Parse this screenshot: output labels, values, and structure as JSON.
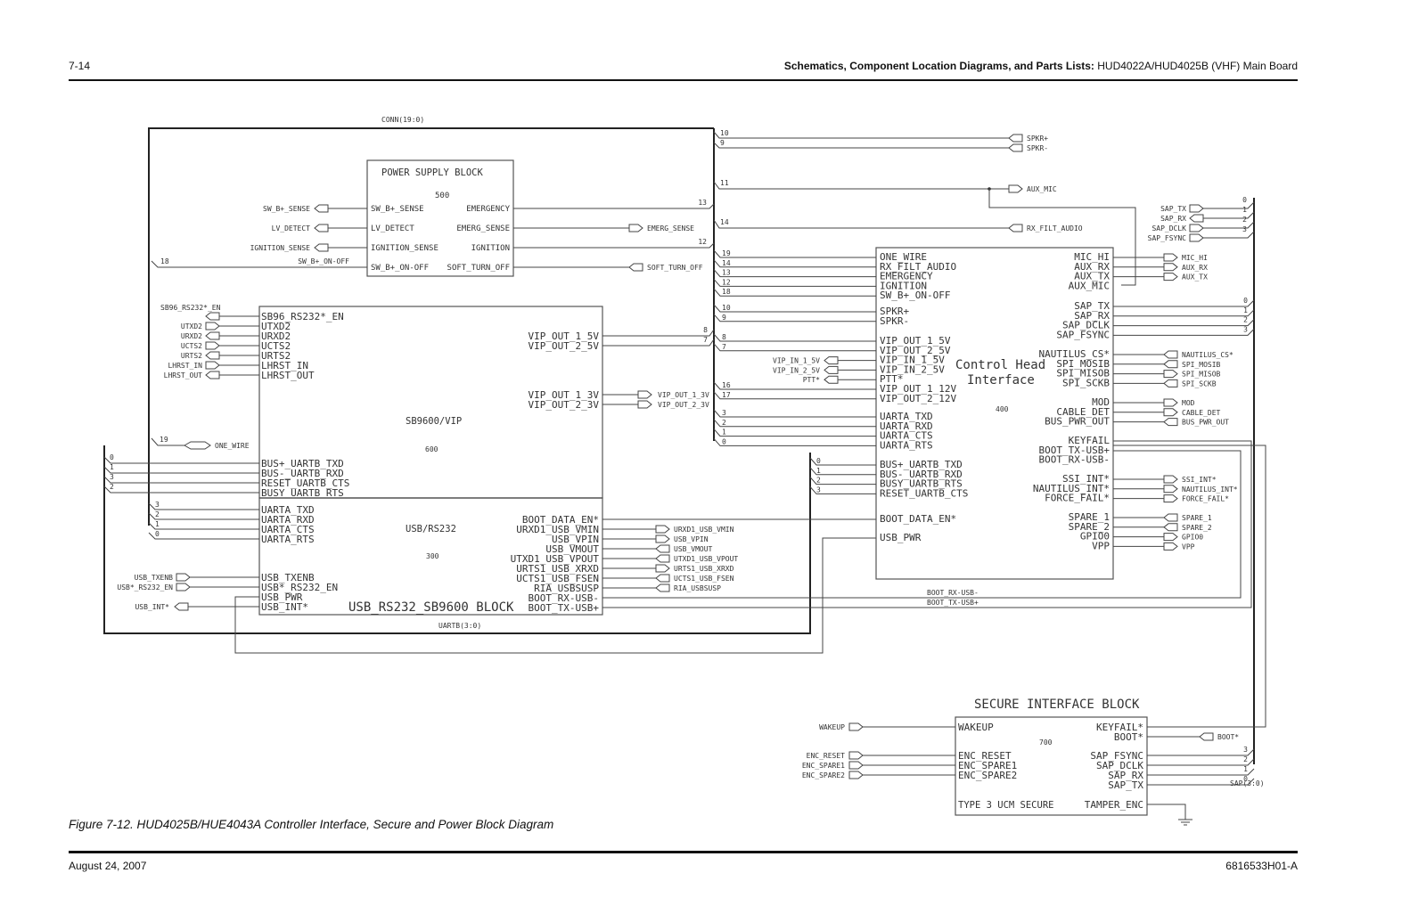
{
  "header": {
    "page_number": "7-14",
    "section_bold": "Schematics, Component Location Diagrams, and Parts Lists:",
    "section_rest": " HUD4022A/HUD4025B (VHF) Main Board"
  },
  "footer": {
    "date": "August 24, 2007",
    "doc_number": "6816533H01-A"
  },
  "caption": "Figure 7-12. HUD4025B/HUE4043A Controller Interface, Secure and Power Block Diagram",
  "buses": {
    "conn": "CONN(19:0)",
    "uartb": "UARTB(3:0)",
    "sap": "SAP(3:0)"
  },
  "power_supply": {
    "title": "POWER SUPPLY BLOCK",
    "ref": "500",
    "left_pins": [
      "SW_B+_SENSE",
      "LV_DETECT",
      "IGNITION_SENSE",
      "SW_B+_ON-OFF"
    ],
    "right_pins": [
      "EMERGENCY",
      "EMERG_SENSE",
      "IGNITION",
      "SOFT_TURN_OFF"
    ],
    "left_ports": [
      "SW_B+_SENSE",
      "LV_DETECT",
      "IGNITION_SENSE"
    ],
    "net_on_off": "SW_B+_ON-OFF",
    "right_ports": {
      "emerg_sense": "EMERG_SENSE",
      "soft_turn_off": "SOFT_TURN_OFF"
    },
    "bus_taps": {
      "on_off": "18",
      "emergency": "13",
      "ignition": "12"
    }
  },
  "sb9600": {
    "title": "SB9600/VIP",
    "ref": "600",
    "left_pins": [
      "SB96_RS232*_EN",
      "UTXD2",
      "URXD2",
      "UCTS2",
      "URTS2",
      "LHRST_IN",
      "LHRST_OUT"
    ],
    "left_ports": [
      "SB96_RS232*_EN",
      "UTXD2",
      "URXD2",
      "UCTS2",
      "URTS2",
      "LHRST_IN",
      "LHRST_OUT"
    ],
    "uartb_pins": [
      "BUS+_UARTB_TXD",
      "BUS-_UARTB_RXD",
      "RESET_UARTB_CTS",
      "BUSY_UARTB_RTS"
    ],
    "uartb_taps": [
      "0",
      "1",
      "3",
      "2"
    ],
    "right_pins": [
      "VIP_OUT_1_5V",
      "VIP_OUT_2_5V",
      "VIP_OUT_1_3V",
      "VIP_OUT_2_3V"
    ],
    "right_ports": [
      "VIP_OUT_1_3V",
      "VIP_OUT_2_3V"
    ],
    "vip_taps": [
      "8",
      "7"
    ],
    "one_wire_tap": "19",
    "one_wire_port": "ONE_WIRE"
  },
  "usb": {
    "title": "USB/RS232",
    "ref": "300",
    "block_name": "USB_RS232_SB9600 BLOCK",
    "uarta_pins": [
      "UARTA_TXD",
      "UARTA_RXD",
      "UARTA_CTS",
      "UARTA_RTS"
    ],
    "uarta_taps": [
      "3",
      "2",
      "1",
      "0"
    ],
    "left_pins": [
      "USB_TXENB",
      "USB*_RS232_EN",
      "USB_PWR",
      "USB_INT*"
    ],
    "left_ports": {
      "txenb": "USB_TXENB",
      "rs232_en": "USB*_RS232_EN",
      "int": "USB_INT*"
    },
    "right_pins": [
      "BOOT_DATA_EN*",
      "URXD1_USB_VMIN",
      "USB_VPIN",
      "USB_VMOUT",
      "UTXD1_USB_VPOUT",
      "URTS1_USB_XRXD",
      "UCTS1_USB_FSEN",
      "RIA_USBSUSP",
      "BOOT_RX-USB-",
      "BOOT_TX-USB+"
    ],
    "right_ports": [
      "URXD1_USB_VMIN",
      "USB_VPIN",
      "USB_VMOUT",
      "UTXD1_USB_VPOUT",
      "URTS1_USB_XRXD",
      "UCTS1_USB_FSEN",
      "RIA_USBSUSP"
    ],
    "boot_nets": [
      "BOOT_RX-USB-",
      "BOOT_TX-USB+"
    ]
  },
  "control_head": {
    "title_line1": "Control Head",
    "title_line2": "Interface",
    "ref": "400",
    "left_group1": [
      "ONE_WIRE",
      "RX_FILT_AUDIO",
      "EMERGENCY",
      "IGNITION",
      "SW_B+_ON-OFF"
    ],
    "left_group1_taps": [
      "19",
      "14",
      "13",
      "12",
      "18"
    ],
    "left_spkr": [
      "SPKR+",
      "SPKR-"
    ],
    "left_spkr_taps": [
      "10",
      "9"
    ],
    "left_vip": [
      "VIP_OUT_1_5V",
      "VIP_OUT_2_5V",
      "VIP_IN_1_5V",
      "VIP_IN_2_5V",
      "PTT*",
      "VIP_OUT_1_12V",
      "VIP_OUT_2_12V"
    ],
    "left_vip_taps": [
      "8",
      "7",
      "16",
      "17"
    ],
    "vip_in_ports": [
      "VIP_IN_1_5V",
      "VIP_IN_2_5V",
      "PTT*"
    ],
    "left_uarta": [
      "UARTA_TXD",
      "UARTA_RXD",
      "UARTA_CTS",
      "UARTA_RTS"
    ],
    "left_uarta_taps": [
      "3",
      "2",
      "1",
      "0"
    ],
    "left_uartb": [
      "BUS+_UARTB_TXD",
      "BUS-_UARTB_RXD",
      "BUSY_UARTB_RTS",
      "RESET_UARTB_CTS"
    ],
    "left_uartb_taps": [
      "0",
      "1",
      "2",
      "3"
    ],
    "left_misc": [
      "BOOT_DATA_EN*",
      "USB_PWR"
    ],
    "right_mic": [
      "MIC_HI",
      "AUX_RX",
      "AUX_TX",
      "AUX_MIC"
    ],
    "right_mic_ports": [
      "MIC_HI",
      "AUX_RX",
      "AUX_TX"
    ],
    "right_sap": [
      "SAP_TX",
      "SAP_RX",
      "SAP_DCLK",
      "SAP_FSYNC"
    ],
    "right_sap_taps": [
      "0",
      "1",
      "2",
      "3"
    ],
    "right_spi": [
      "NAUTILUS_CS*",
      "SPI_MOSIB",
      "SPI_MISOB",
      "SPI_SCKB"
    ],
    "right_spi_ports": [
      "NAUTILUS_CS*",
      "SPI_MOSIB",
      "SPI_MISOB",
      "SPI_SCKB"
    ],
    "right_mod": [
      "MOD",
      "CABLE_DET",
      "BUS_PWR_OUT"
    ],
    "right_mod_ports": [
      "MOD",
      "CABLE_DET",
      "BUS_PWR_OUT"
    ],
    "right_key": [
      "KEYFAIL",
      "BOOT_TX-USB+",
      "BOOT_RX-USB-"
    ],
    "right_int": [
      "SSI_INT*",
      "NAUTILUS_INT*",
      "FORCE_FAIL*"
    ],
    "right_int_ports": [
      "SSI_INT*",
      "NAUTILUS_INT*",
      "FORCE_FAIL*"
    ],
    "right_spare": [
      "SPARE_1",
      "SPARE_2",
      "GPIO0",
      "VPP"
    ],
    "right_spare_ports": [
      "SPARE_1",
      "SPARE_2",
      "GPIO0",
      "VPP"
    ]
  },
  "top_nets": {
    "spkr": [
      "SPKR+",
      "SPKR-"
    ],
    "spkr_taps": [
      "10",
      "9"
    ],
    "aux_mic": "AUX_MIC",
    "aux_mic_tap": "11",
    "rx_filt": "RX_FILT_AUDIO",
    "rx_filt_tap": "14",
    "sap_ports": [
      "SAP_TX",
      "SAP_RX",
      "SAP_DCLK",
      "SAP_FSYNC"
    ],
    "sap_taps": [
      "0",
      "1",
      "2",
      "3"
    ]
  },
  "secure": {
    "title": "SECURE INTERFACE BLOCK",
    "ref": "700",
    "left_pins": [
      "WAKEUP",
      "ENC_RESET",
      "ENC_SPARE1",
      "ENC_SPARE2"
    ],
    "left_ports": [
      "WAKEUP",
      "ENC_RESET",
      "ENC_SPARE1",
      "ENC_SPARE2"
    ],
    "type_label": "TYPE 3 UCM SECURE",
    "right_pins": [
      "KEYFAIL*",
      "BOOT*",
      "SAP_FSYNC",
      "SAP_DCLK",
      "SAP_RX",
      "SAP_TX",
      "TAMPER_ENC"
    ],
    "boot_port": "BOOT*",
    "sap_taps": [
      "3",
      "2",
      "1",
      "0"
    ]
  }
}
